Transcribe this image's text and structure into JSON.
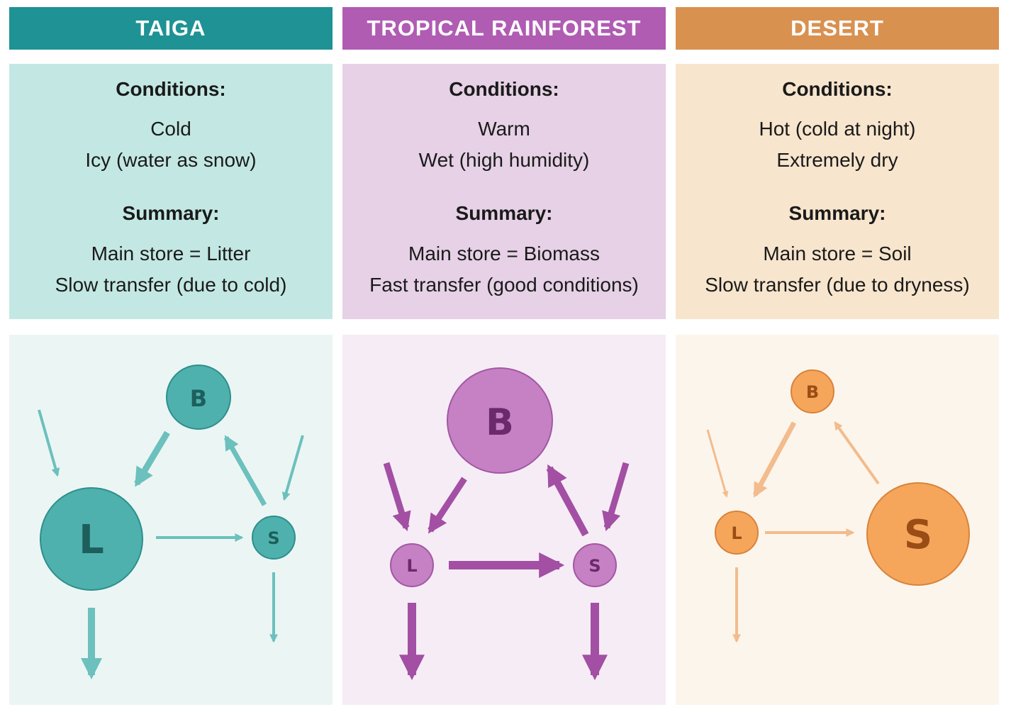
{
  "biomes": [
    {
      "title": "TAIGA",
      "conditions_heading": "Conditions:",
      "conditions": [
        "Cold",
        "Icy (water as snow)"
      ],
      "summary_heading": "Summary:",
      "summary": [
        "Main store = Litter",
        "Slow transfer (due to cold)"
      ],
      "nodes": {
        "biomass": "B",
        "litter": "L",
        "soil": "S"
      }
    },
    {
      "title": "TROPICAL RAINFOREST",
      "conditions_heading": "Conditions:",
      "conditions": [
        "Warm",
        "Wet (high humidity)"
      ],
      "summary_heading": "Summary:",
      "summary": [
        "Main store = Biomass",
        "Fast transfer (good conditions)"
      ],
      "nodes": {
        "biomass": "B",
        "litter": "L",
        "soil": "S"
      }
    },
    {
      "title": "DESERT",
      "conditions_heading": "Conditions:",
      "conditions": [
        "Hot (cold at night)",
        "Extremely dry"
      ],
      "summary_heading": "Summary:",
      "summary": [
        "Main store = Soil",
        "Slow transfer (due to dryness)"
      ],
      "nodes": {
        "biomass": "B",
        "litter": "L",
        "soil": "S"
      }
    }
  ],
  "colors": {
    "taiga": {
      "header": "#1e9294",
      "node": "#4fb1ae",
      "stroke": "#2d8f8c",
      "text": "#1d5f5d",
      "arrow": "#6cc0bd"
    },
    "rainforest": {
      "header": "#b05cb3",
      "node": "#c681c5",
      "stroke": "#a257a3",
      "text": "#6b2a6b",
      "arrow": "#a24fa4"
    },
    "desert": {
      "header": "#d99150",
      "node": "#f6a65b",
      "stroke": "#d9823a",
      "text": "#9a4d14",
      "arrow": "#f2bc8d"
    }
  }
}
